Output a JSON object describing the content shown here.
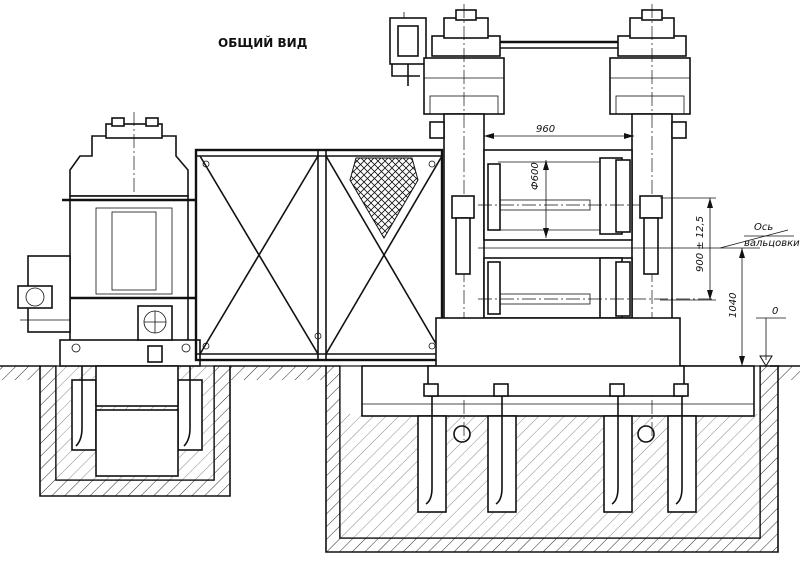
{
  "title": "ОБЩИЙ ВИД",
  "dimensions": {
    "roll_spacing": "960",
    "roll_diameter": "Ф600",
    "roll_gap": "900 ± 12,5",
    "axis_height": "1040",
    "zero_level": "0"
  },
  "annotations": {
    "axis_line1": "Ось",
    "axis_line2": "вальцовки"
  },
  "colors": {
    "line": "#111111",
    "background": "#ffffff"
  }
}
